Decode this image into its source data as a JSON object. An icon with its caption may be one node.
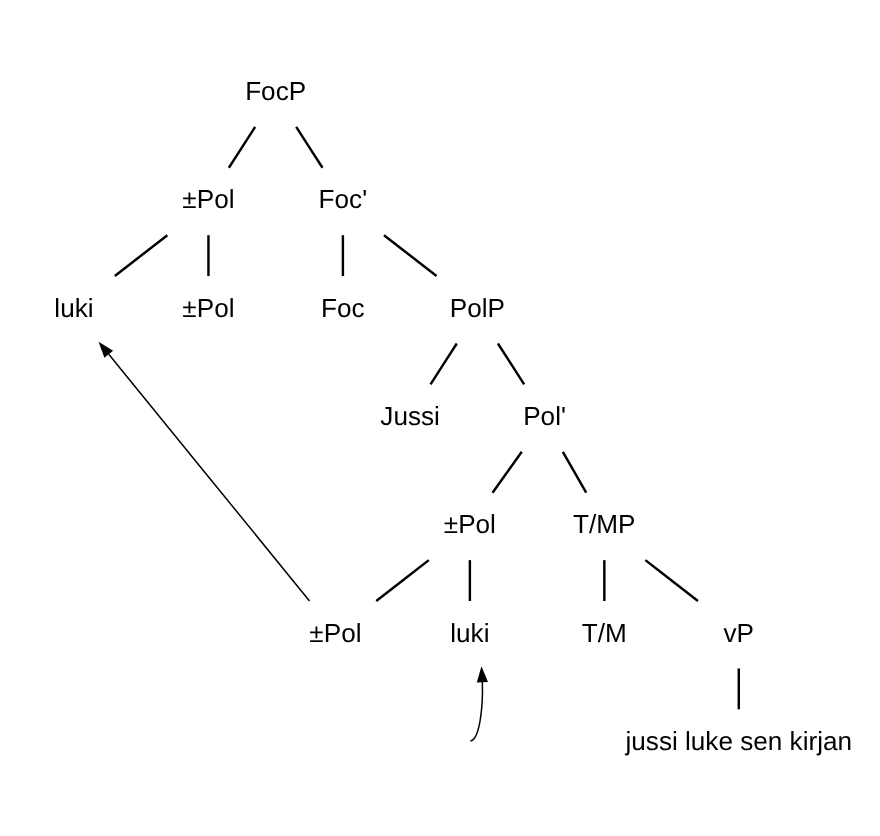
{
  "diagram": {
    "nodes": [
      {
        "text": [
          "FocP"
        ]
      },
      {
        "text": [
          "±Pol"
        ]
      },
      {
        "text": [
          "Foc'"
        ]
      },
      {
        "text": [
          "luki"
        ]
      },
      {
        "text": [
          "±Pol"
        ]
      },
      {
        "text": [
          "Foc"
        ]
      },
      {
        "text": [
          "PolP"
        ]
      },
      {
        "text": [
          "Jussi"
        ]
      },
      {
        "text": [
          "Pol'"
        ]
      },
      {
        "text": [
          "±Pol"
        ]
      },
      {
        "text": [
          "T/MP"
        ]
      },
      {
        "text": [
          "luki"
        ]
      },
      {
        "text": [
          "±Pol"
        ]
      },
      {
        "text": [
          "T/M"
        ]
      },
      {
        "text": [
          "vP"
        ]
      },
      {
        "text": [
          "jussi luke sen kirjan"
        ]
      }
    ],
    "edges": [
      {
        "from": 0,
        "to": 1,
        "arrow": "none"
      },
      {
        "from": 0,
        "to": 2,
        "arrow": "none"
      },
      {
        "from": 1,
        "to": 3,
        "arrow": "none"
      },
      {
        "from": 1,
        "to": 4,
        "arrow": "none"
      },
      {
        "from": 2,
        "to": 5,
        "arrow": "none"
      },
      {
        "from": 2,
        "to": 6,
        "arrow": "none"
      },
      {
        "from": 6,
        "to": 7,
        "arrow": "none"
      },
      {
        "from": 6,
        "to": 8,
        "arrow": "none"
      },
      {
        "from": 8,
        "to": 9,
        "arrow": "none"
      },
      {
        "from": 8,
        "to": 10,
        "arrow": "none"
      },
      {
        "from": 9,
        "to": 11,
        "arrow": "none"
      },
      {
        "from": 9,
        "to": 12,
        "arrow": "none"
      },
      {
        "from": 10,
        "to": 13,
        "arrow": "none"
      },
      {
        "from": 10,
        "to": 14,
        "arrow": "none"
      },
      {
        "from": 14,
        "to": 15,
        "arrow": "none"
      },
      {
        "from": 12,
        "to": 3,
        "arrow": "to"
      },
      {
        "from": null,
        "to": 11,
        "arrow": "to"
      }
    ]
  }
}
